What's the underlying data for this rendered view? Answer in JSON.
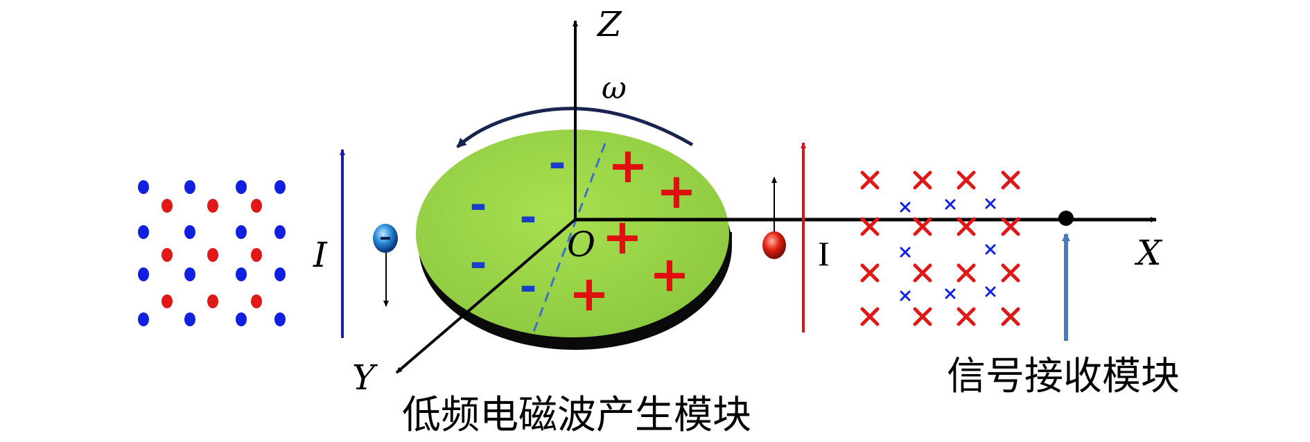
{
  "labels": {
    "z_axis": "Z",
    "x_axis": "X",
    "y_axis": "Y",
    "origin": "O",
    "omega": "ω",
    "current_left": "I",
    "current_right": "I",
    "generator_module": "低频电磁波产生模块",
    "receiver_module": "信号接收模块"
  },
  "disk_charges": {
    "negative": [
      "-",
      "-",
      "-",
      "-",
      "-"
    ],
    "positive": [
      "+",
      "+",
      "+",
      "+",
      "+"
    ]
  },
  "colors": {
    "disk_top": "#9ed84a",
    "disk_side": "#0a0a0a",
    "positive": "#e01010",
    "negative": "#1a3ec8",
    "field_dot_blue": "#1020e0",
    "field_dot_red": "#e01818",
    "current_left": "#1a1aa8",
    "current_right": "#d81818",
    "signal_arrow": "#4a78c0"
  }
}
